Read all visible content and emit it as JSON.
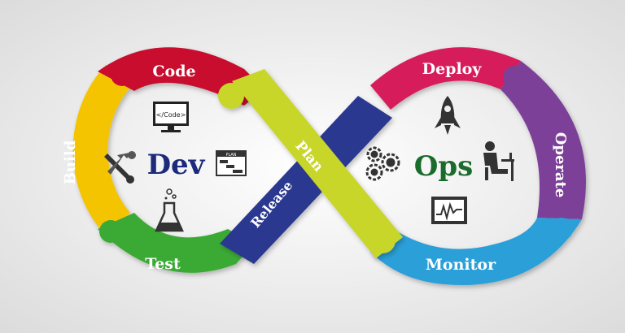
{
  "diagram": {
    "segments": [
      {
        "key": "code",
        "label": "Code",
        "color": "#c8102e"
      },
      {
        "key": "build",
        "label": "Build",
        "color": "#f5c400"
      },
      {
        "key": "test",
        "label": "Test",
        "color": "#3aaa35"
      },
      {
        "key": "plan",
        "label": "Plan",
        "color": "#c8d62b"
      },
      {
        "key": "release",
        "label": "Release",
        "color": "#2b3990"
      },
      {
        "key": "deploy",
        "label": "Deploy",
        "color": "#d71a5b"
      },
      {
        "key": "operate",
        "label": "Operate",
        "color": "#7b3f98"
      },
      {
        "key": "monitor",
        "label": "Monitor",
        "color": "#2a9fd8"
      }
    ],
    "dev_label": "Dev",
    "ops_label": "Ops",
    "dev_color": "#1b2a7a",
    "ops_color": "#1a6b2c",
    "code_icon_text": "</Code>",
    "plan_icon_text": "PLAN",
    "background": "#efefef",
    "icons": [
      "code-monitor-icon",
      "tools-icon",
      "plan-chart-icon",
      "flask-icon",
      "rocket-icon",
      "gears-icon",
      "person-at-desk-icon",
      "monitor-graph-icon"
    ]
  }
}
